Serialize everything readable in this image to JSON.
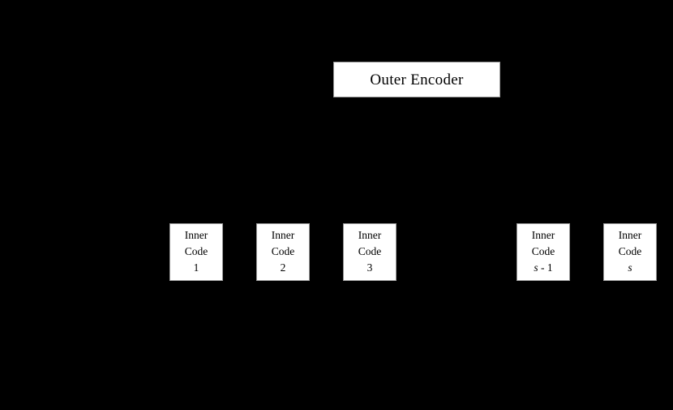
{
  "figure": {
    "background_color": "#000000",
    "box_fill_color": "#ffffff",
    "box_border_color": "#9a9a9a",
    "text_color": "#000000"
  },
  "outer_encoder": {
    "label": "Outer Encoder"
  },
  "inner_codes": {
    "line1": "Inner",
    "line2": "Code",
    "items": [
      {
        "index_label": "1",
        "italic": false
      },
      {
        "index_label": "2",
        "italic": false
      },
      {
        "index_label": "3",
        "italic": false
      },
      {
        "index_label": "s - 1",
        "italic": true,
        "symbol": "s",
        "operator": "-",
        "number": "1"
      },
      {
        "index_label": "s",
        "italic": true,
        "symbol": "s"
      }
    ]
  }
}
